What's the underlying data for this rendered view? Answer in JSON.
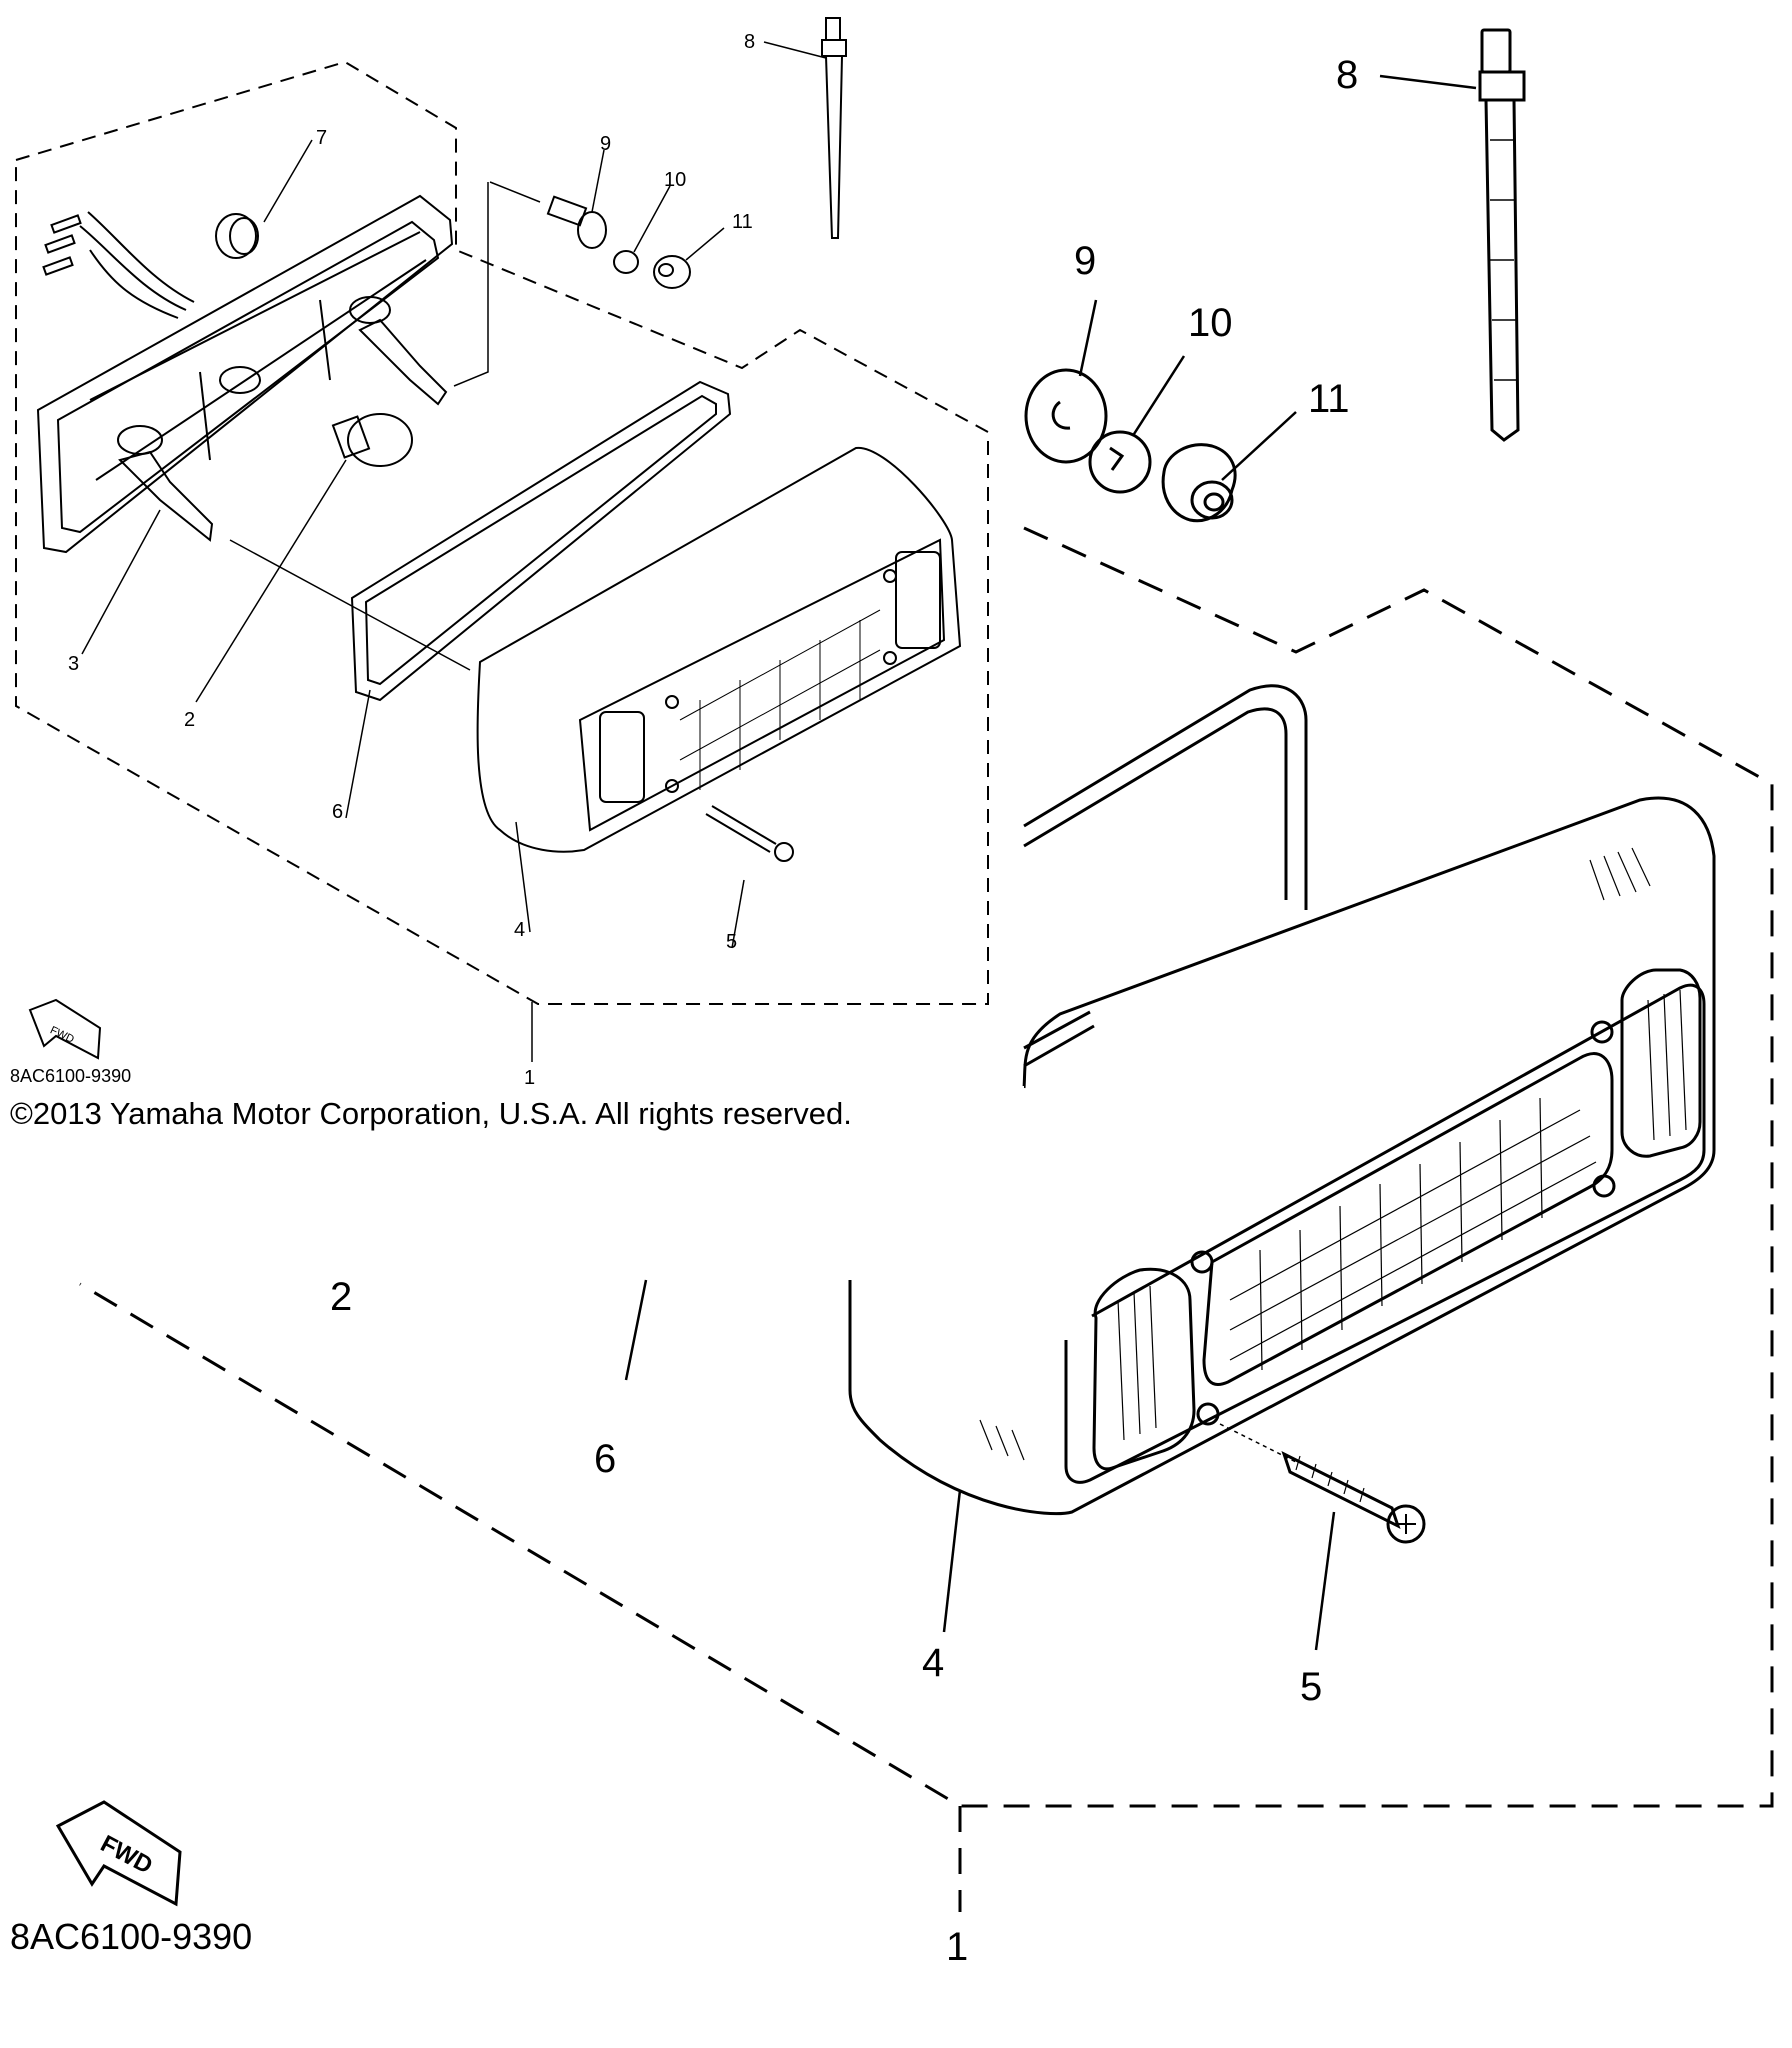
{
  "diagram": {
    "diagram_code_small": "8AC6100-9390",
    "diagram_code_large": "8AC6100-9390",
    "copyright": "©2013 Yamaha Motor Corporation, U.S.A. All rights reserved.",
    "fwd_label": "FWD",
    "callouts_small": [
      "1",
      "2",
      "3",
      "4",
      "5",
      "6",
      "7",
      "8",
      "9",
      "10",
      "11"
    ],
    "callouts_large": [
      "1",
      "2",
      "4",
      "5",
      "6",
      "8",
      "9",
      "10",
      "11"
    ]
  }
}
